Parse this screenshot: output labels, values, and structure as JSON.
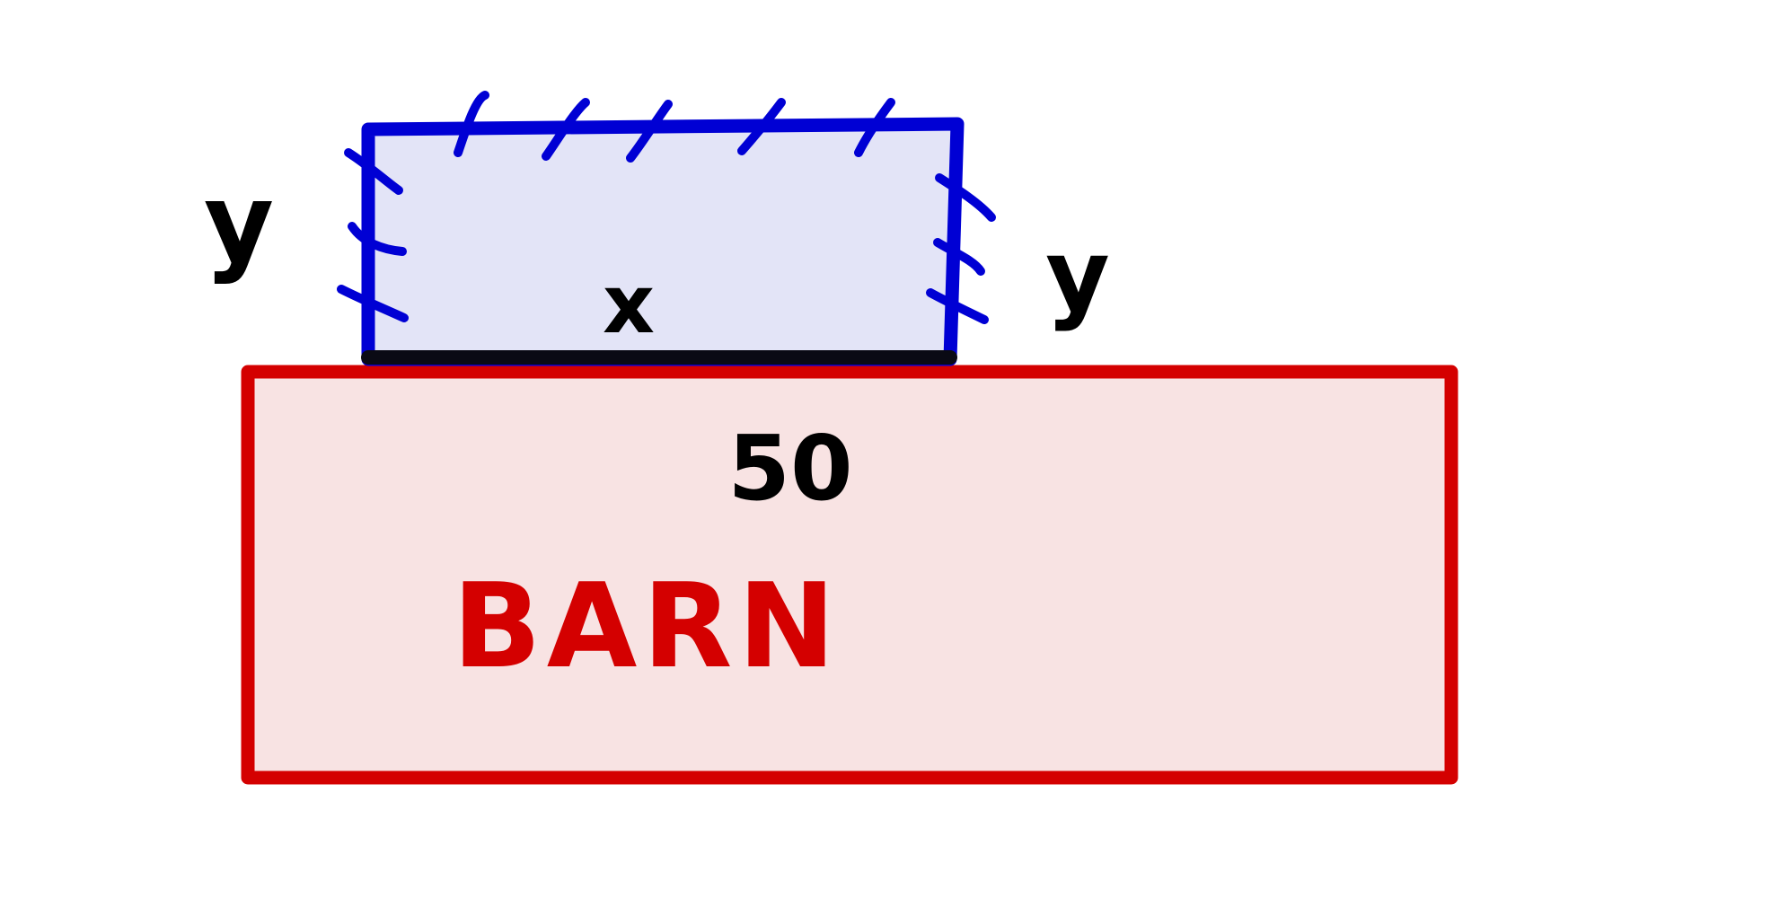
{
  "diagram": {
    "barn": {
      "label": "BARN",
      "side_label": "50",
      "stroke_color": "#d40000",
      "fill_color": "#f8e3e3"
    },
    "pen": {
      "stroke_color": "#0000d4",
      "fill_color": "#e3e4f7",
      "width_label": "x",
      "left_side_label": "y",
      "right_side_label": "y"
    },
    "shared_wall_color": "#0a0a14",
    "text_color": "#000000"
  }
}
